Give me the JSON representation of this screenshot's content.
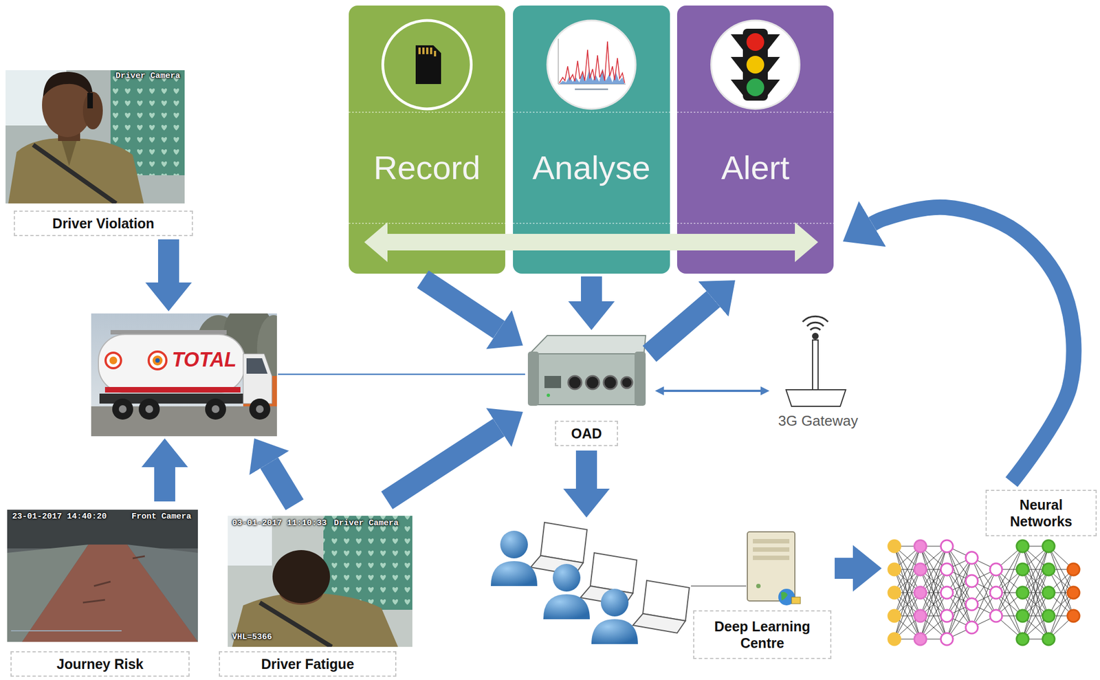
{
  "diagram": {
    "nodes": [
      {
        "text": [
          "Record"
        ]
      },
      {
        "text": [
          "Analyse"
        ]
      },
      {
        "text": [
          "Alert"
        ]
      },
      {
        "text": [
          "Driver Violation"
        ]
      },
      {
        "text": [
          "TOTAL"
        ]
      },
      {
        "text": [
          "OAD"
        ]
      },
      {
        "text": [
          "3G Gateway"
        ]
      },
      {
        "text": [
          "Journey Risk"
        ]
      },
      {
        "text": [
          "Driver Fatigue"
        ]
      },
      {
        "text": [
          "Deep Learning Centre"
        ]
      },
      {
        "text": [
          "Neural Networks"
        ]
      }
    ],
    "edges": [
      {
        "from": 3,
        "to": 4,
        "arrow": "to"
      },
      {
        "from": 7,
        "to": 4,
        "arrow": "to"
      },
      {
        "from": 8,
        "to": 4,
        "arrow": "to"
      },
      {
        "from": 4,
        "to": 5,
        "arrow": "none"
      },
      {
        "from": 8,
        "to": 5,
        "arrow": "to"
      },
      {
        "from": 0,
        "to": 5,
        "arrow": "to"
      },
      {
        "from": 1,
        "to": 5,
        "arrow": "to"
      },
      {
        "from": 5,
        "to": 2,
        "arrow": "to"
      },
      {
        "from": 5,
        "to": 6,
        "arrow": "both"
      },
      {
        "from": 5,
        "to": 9,
        "arrow": "to"
      },
      {
        "from": 9,
        "to": 10,
        "arrow": "to"
      },
      {
        "from": 10,
        "to": 2,
        "arrow": "to"
      },
      {
        "from": 0,
        "to": 2,
        "arrow": "both"
      }
    ],
    "labels": [
      "Driver Camera",
      "23-01-2017 14:40:20",
      "Front Camera",
      "03-01-2017 11:10:33",
      "Driver Camera",
      "VHL=5366"
    ]
  }
}
